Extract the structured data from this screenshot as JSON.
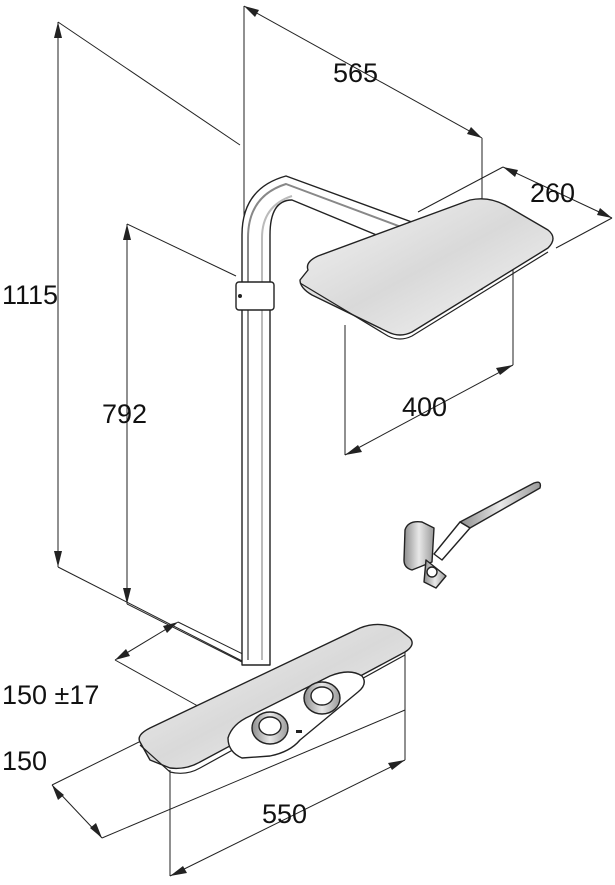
{
  "dimensions": {
    "overall_height": "1115",
    "bar_depth": "565",
    "head_width": "260",
    "head_depth": "400",
    "valve_height": "792",
    "valve_spacing": "150 ±17",
    "valve_depth": "150",
    "valve_width": "550"
  },
  "components": [
    "riser-rail",
    "overhead-shower",
    "thermostat-panel",
    "hand-shower-holder"
  ]
}
